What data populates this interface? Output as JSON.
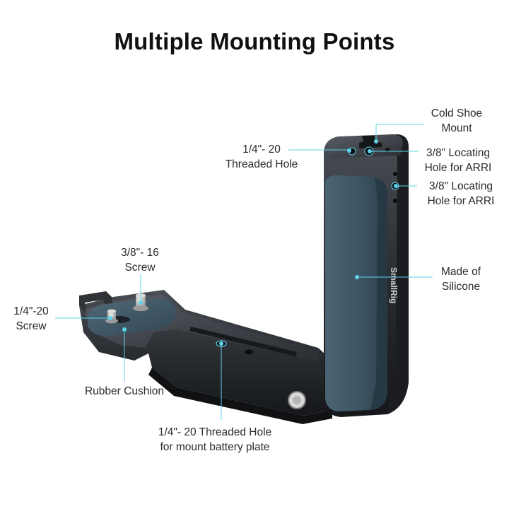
{
  "title": "Multiple Mounting Points",
  "brand": "SmallRig",
  "colors": {
    "callout": "#5fd3ea",
    "grip": "#3e5564",
    "metal": "#24272b"
  },
  "callouts": {
    "cold_shoe": [
      "Cold Shoe",
      "Mount"
    ],
    "threaded_top": [
      "1/4\"- 20",
      "Threaded Hole"
    ],
    "arri_top": [
      "3/8\" Locating",
      "Hole for ARRI"
    ],
    "arri_side": [
      "3/8\" Locating",
      "Hole for ARRI"
    ],
    "silicone": [
      "Made of",
      "Silicone"
    ],
    "screw_38": [
      "3/8\"- 16",
      "Screw"
    ],
    "screw_14": [
      "1/4\"-20",
      "Screw"
    ],
    "rubber": [
      "Rubber Cushion"
    ],
    "threaded_bottom": [
      "1/4\"- 20 Threaded Hole",
      "for mount battery plate"
    ]
  }
}
